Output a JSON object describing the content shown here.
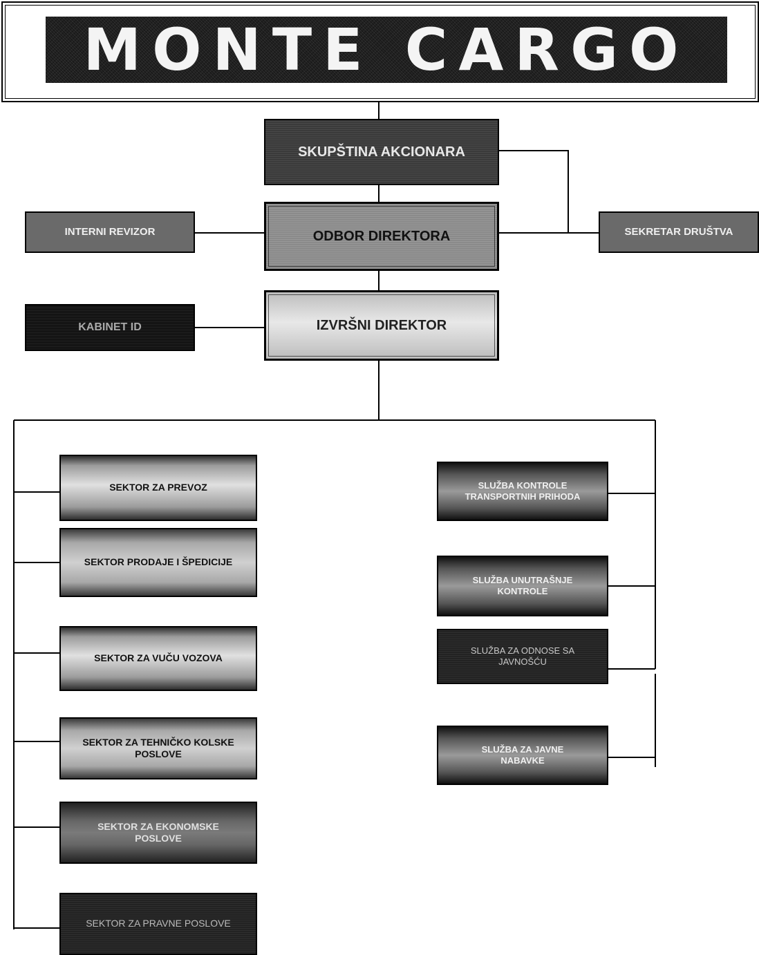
{
  "header": {
    "logo": "MONTE CARGO"
  },
  "nodes": {
    "skupstina": "SKUPŠTINA AKCIONARA",
    "odbor": "ODBOR DIREKTORA",
    "revizor": "INTERNI REVIZOR",
    "sekretar": "SEKRETAR DRUŠTVA",
    "izvrsni": "IZVRŠNI DIREKTOR",
    "kabinet": "KABINET ID",
    "sektor_prevoz": "SEKTOR ZA PREVOZ",
    "sektor_prodaje": "SEKTOR  PRODAJE I ŠPEDICIJE",
    "sektor_vucu": "SEKTOR ZA VUČU VOZOVA",
    "sektor_tehnicko": "SEKTOR ZA TEHNIČKO KOLSKE POSLOVE",
    "sektor_ekonomske": "SEKTOR ZA EKONOMSKE POSLOVE",
    "sektor_pravne": "SEKTOR ZA PRAVNE POSLOVE",
    "sluzba_kontrole": "SLUŽBA KONTROLE TRANSPORTNIH PRIHODA",
    "sluzba_unutrasnje": "SLUŽBA UNUTRAŠNJE KONTROLE",
    "sluzba_odnosi": "SLUŽBA ZA ODNOSE SA JAVNOŠĆU",
    "sluzba_nabavke": "SLUŽBA  ZA JAVNE NABAVKE"
  }
}
